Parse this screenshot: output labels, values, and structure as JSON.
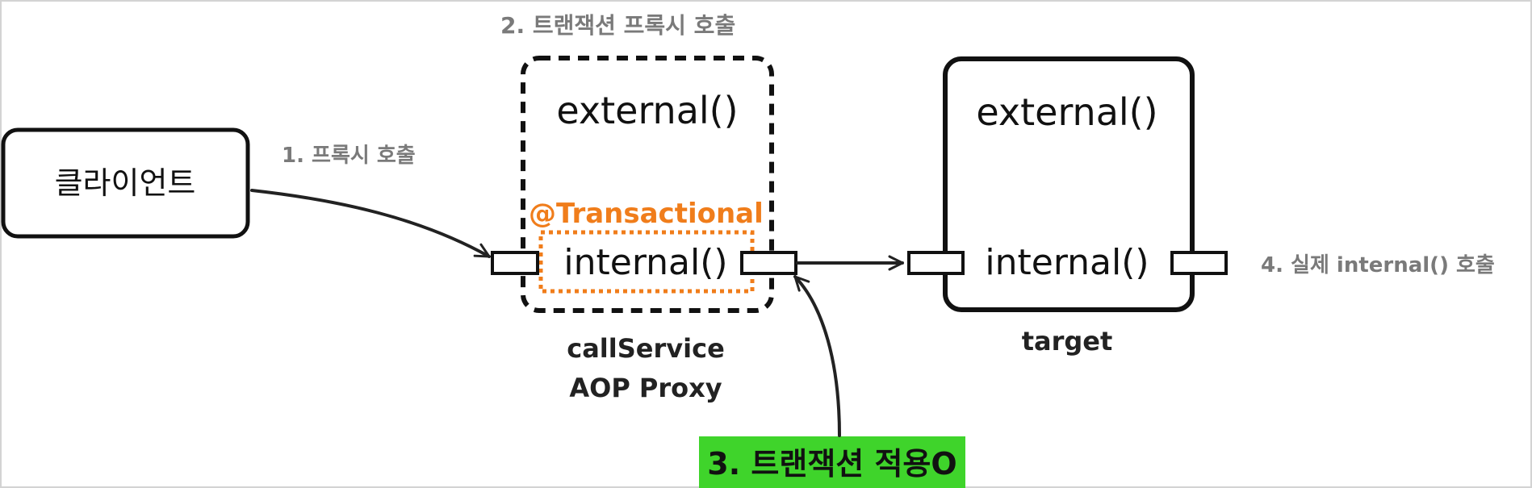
{
  "client": {
    "label": "클라이언트"
  },
  "steps": {
    "step1": "1. 프록시 호출",
    "step2": "2. 트랜잭션 프록시 호출",
    "step3": "3. 트랜잭션 적용O",
    "step4": "4. 실제 internal() 호출"
  },
  "proxy": {
    "external_method": "external()",
    "annotation": "@Transactional",
    "internal_method": "internal()",
    "name_line1": "callService",
    "name_line2": "AOP Proxy"
  },
  "target": {
    "external_method": "external()",
    "internal_method": "internal()",
    "name": "target"
  },
  "colors": {
    "annotation_orange": "#f07d1b",
    "step3_highlight": "#3fd42b",
    "step_gray": "#7a7a7a",
    "border_gray": "#d3d3d3"
  }
}
